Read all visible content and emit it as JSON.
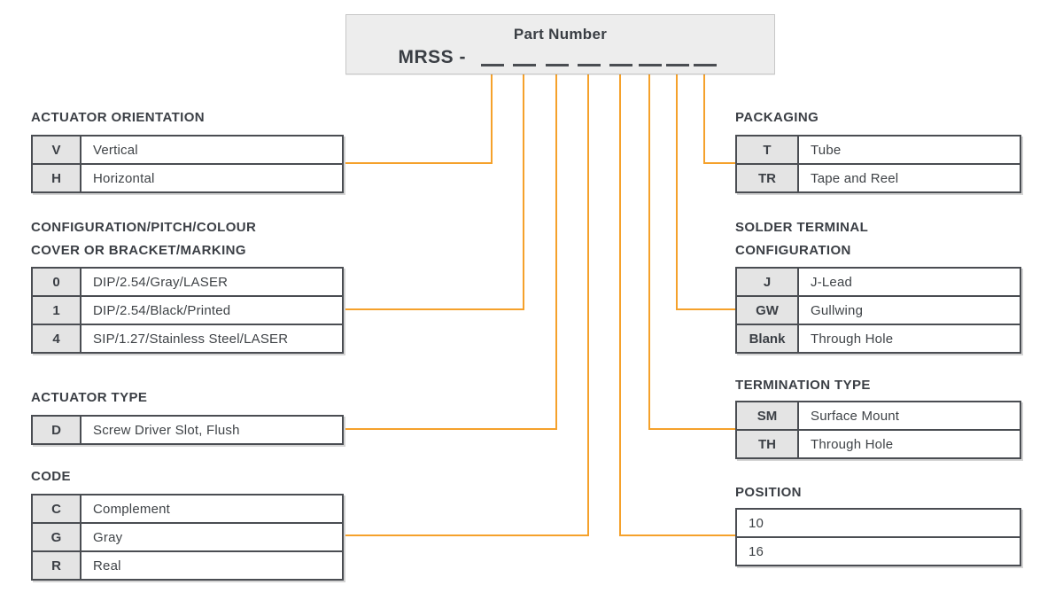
{
  "part_number": {
    "title": "Part Number",
    "prefix": "MRSS -",
    "placeholder_count": 8
  },
  "tables": {
    "actuator_orientation": {
      "heading": [
        "ACTUATOR ORIENTATION"
      ],
      "rows": [
        {
          "code": "V",
          "label": "Vertical"
        },
        {
          "code": "H",
          "label": "Horizontal"
        }
      ]
    },
    "configuration": {
      "heading": [
        "CONFIGURATION/PITCH/COLOUR",
        "COVER OR BRACKET/MARKING"
      ],
      "rows": [
        {
          "code": "0",
          "label": "DIP/2.54/Gray/LASER"
        },
        {
          "code": "1",
          "label": "DIP/2.54/Black/Printed"
        },
        {
          "code": "4",
          "label": "SIP/1.27/Stainless Steel/LASER"
        }
      ]
    },
    "actuator_type": {
      "heading": [
        "ACTUATOR TYPE"
      ],
      "rows": [
        {
          "code": "D",
          "label": "Screw Driver Slot, Flush"
        }
      ]
    },
    "code": {
      "heading": [
        "CODE"
      ],
      "rows": [
        {
          "code": "C",
          "label": "Complement"
        },
        {
          "code": "G",
          "label": "Gray"
        },
        {
          "code": "R",
          "label": "Real"
        }
      ]
    },
    "packaging": {
      "heading": [
        "PACKAGING"
      ],
      "rows": [
        {
          "code": "T",
          "label": "Tube"
        },
        {
          "code": "TR",
          "label": "Tape and Reel"
        }
      ]
    },
    "solder_terminal": {
      "heading": [
        "SOLDER TERMINAL",
        "CONFIGURATION"
      ],
      "rows": [
        {
          "code": "J",
          "label": "J-Lead"
        },
        {
          "code": "GW",
          "label": "Gullwing"
        },
        {
          "code": "Blank",
          "label": "Through Hole"
        }
      ]
    },
    "termination_type": {
      "heading": [
        "TERMINATION TYPE"
      ],
      "rows": [
        {
          "code": "SM",
          "label": "Surface Mount"
        },
        {
          "code": "TH",
          "label": "Through Hole"
        }
      ]
    },
    "position": {
      "heading": [
        "POSITION"
      ],
      "rows": [
        {
          "label": "10"
        },
        {
          "label": "16"
        }
      ]
    }
  },
  "colors": {
    "accent": "#F5A12B",
    "table_border": "#4A4D52",
    "code_cell_bg": "#E4E4E4",
    "box_bg": "#EDEDED",
    "text": "#3F4347"
  }
}
